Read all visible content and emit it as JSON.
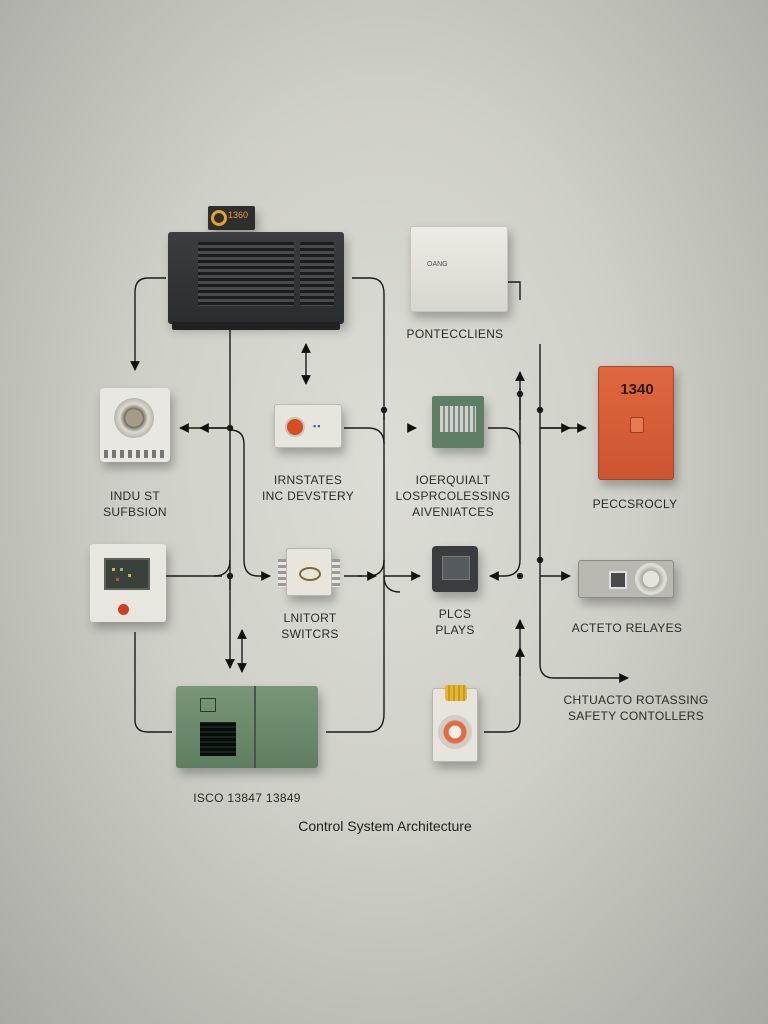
{
  "diagram": {
    "title": "Control System Architecture",
    "badge_text": "1360",
    "whitebox_tag": "OANG",
    "orange_unit_number": "1340",
    "labels": {
      "protection": "PONTECCLIENS",
      "industrial": [
        "INDU ST",
        "SUFBSION"
      ],
      "instates": [
        "IRNSTATES",
        "INC DEVSTERY"
      ],
      "processing": [
        "IOERQUIALT",
        "LOSPRCOLESSING",
        "AIVENIATCES"
      ],
      "peccs": "PECCSROCLY",
      "switches": [
        "LNITORT",
        "SWITCRS"
      ],
      "plcs": [
        "PLCS",
        "PLAYS"
      ],
      "relays": "ACTETO RELAYES",
      "safety": [
        "CHTUACTO ROTASSING",
        "SAFETY CONTOLLERS"
      ],
      "isco": "ISCO 13847  13849"
    }
  }
}
